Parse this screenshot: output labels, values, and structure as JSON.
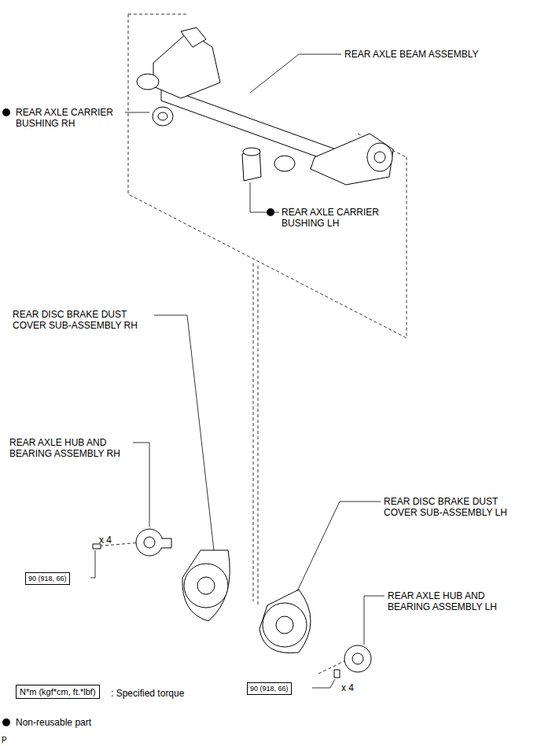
{
  "diagram": {
    "nodes": [
      {
        "text": [
          "90 (918, 66)"
        ]
      },
      {
        "text": [
          "90 (918, 66)"
        ]
      },
      {
        "text": [
          "N*m (kgf*cm, ft.*lbf)"
        ]
      }
    ],
    "labels": [
      "REAR AXLE BEAM ASSEMBLY",
      "REAR AXLE CARRIER BUSHING RH",
      "REAR AXLE CARRIER BUSHING LH",
      "REAR DISC BRAKE DUST COVER SUB-ASSEMBLY RH",
      "REAR AXLE HUB AND BEARING ASSEMBLY RH",
      "x 4",
      "REAR DISC BRAKE DUST COVER SUB-ASSEMBLY LH",
      "REAR AXLE HUB AND BEARING ASSEMBLY LH",
      "x 4",
      "P"
    ],
    "legend": [
      {
        "text": ": Specified torque"
      },
      {
        "text": "Non-reusable part"
      }
    ]
  }
}
